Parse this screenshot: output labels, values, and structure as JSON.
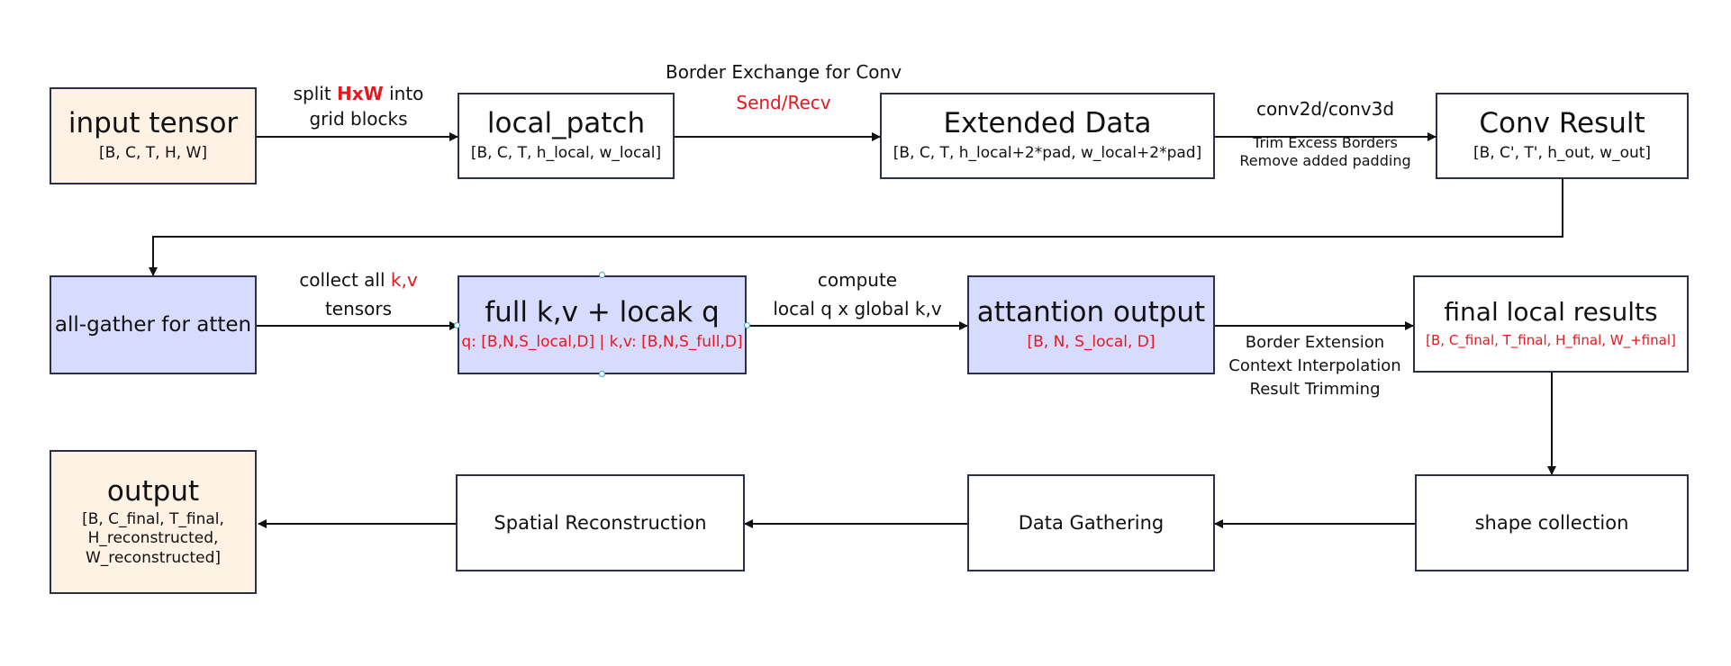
{
  "nodes": {
    "input_tensor": {
      "title": "input tensor",
      "shape": "[B, C, T, H, W]"
    },
    "local_patch": {
      "title": "local_patch",
      "shape": "[B, C, T, h_local, w_local]"
    },
    "extended_data": {
      "title": "Extended Data",
      "shape": "[B, C, T, h_local+2*pad, w_local+2*pad]"
    },
    "conv_result": {
      "title": "Conv Result",
      "shape": "[B, C', T', h_out, w_out]"
    },
    "all_gather": {
      "title": "all-gather for atten"
    },
    "full_kv": {
      "title": "full k,v + locak q",
      "shape": "q: [B,N,S_local,D] | k,v: [B,N,S_full,D]"
    },
    "attention_output": {
      "title": "attantion output",
      "shape": "[B, N, S_local, D]"
    },
    "final_local": {
      "title": "final local results",
      "shape": "[B, C_final, T_final, H_final, W_+final]"
    },
    "output": {
      "title": "output",
      "shape_lines": [
        "[B, C_final, T_final,",
        "H_reconstructed,",
        "W_reconstructed]"
      ]
    },
    "spatial_reconstruction": {
      "title": "Spatial Reconstruction"
    },
    "data_gathering": {
      "title": "Data Gathering"
    },
    "shape_collection": {
      "title": "shape collection"
    }
  },
  "edge_labels": {
    "split": {
      "prefix": "split ",
      "highlight": "HxW",
      "suffix": " into",
      "line2": "grid blocks"
    },
    "border_exchange": {
      "line1": "Border Exchange for Conv",
      "line2": "Send/Recv"
    },
    "conv": {
      "line1": "conv2d/conv3d",
      "line2": "Trim Excess Borders",
      "line3": "Remove added padding"
    },
    "collect": {
      "prefix": "collect all ",
      "highlight": "k,v",
      "line2": "tensors"
    },
    "compute": {
      "line1": "compute",
      "line2": "local q x global k,v"
    },
    "border_ext": {
      "line1": "Border Extension",
      "line2": "Context Interpolation",
      "line3": "Result Trimming"
    }
  },
  "colors": {
    "input_output_fill": "#fdf2e4",
    "attention_fill": "#d7dbfd",
    "highlight_red": "#e8171d",
    "border": "#2b2f4a"
  }
}
